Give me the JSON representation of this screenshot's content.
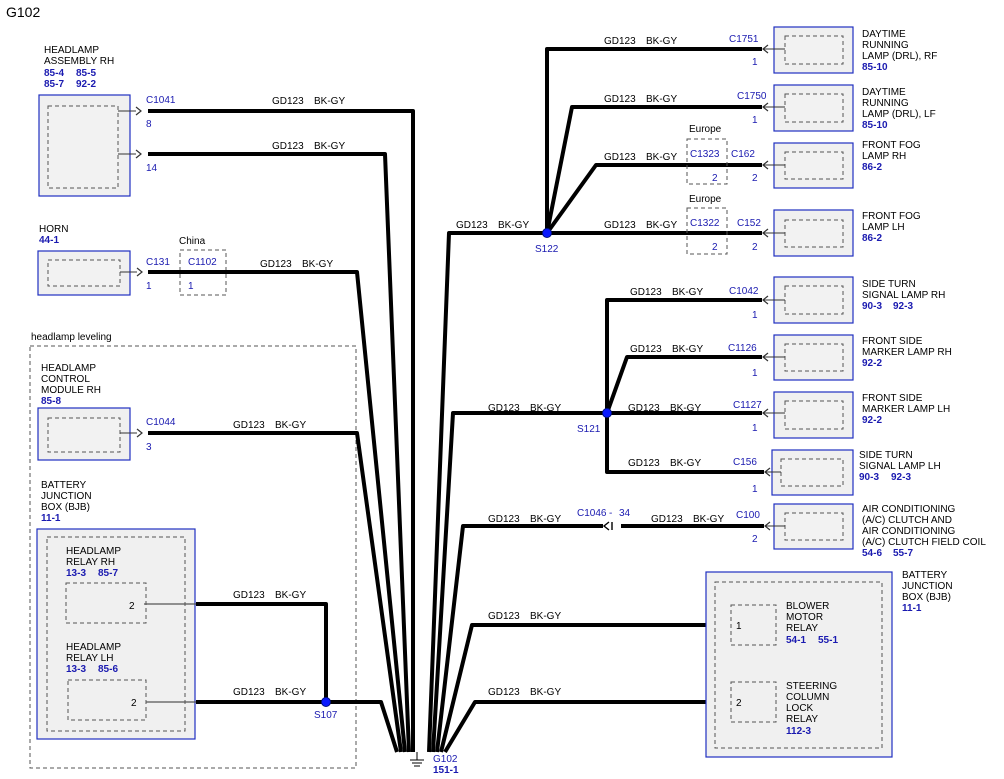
{
  "page_title": "G102",
  "wire": {
    "circuit": "GD123",
    "color": "BK-GY"
  },
  "components": {
    "headlamp_rh": {
      "lines": [
        "HEADLAMP",
        "ASSEMBLY RH"
      ],
      "refs": [
        "85-4",
        "85-5",
        "85-7",
        "92-2"
      ],
      "connector": "C1041",
      "pins": [
        "8",
        "14"
      ]
    },
    "horn": {
      "lines": [
        "HORN"
      ],
      "refs": [
        "44-1"
      ],
      "connector": "C131",
      "pin": "1",
      "inline_label": "China",
      "inline_connector": "C1102",
      "inline_pin": "1"
    },
    "headlamp_leveling_label": "headlamp leveling",
    "hcm_rh": {
      "lines": [
        "HEADLAMP",
        "CONTROL",
        "MODULE RH"
      ],
      "refs": [
        "85-8"
      ],
      "connector": "C1044",
      "pin": "3"
    },
    "bjb_left": {
      "lines": [
        "BATTERY",
        "JUNCTION",
        "BOX (BJB)"
      ],
      "refs": [
        "11-1"
      ]
    },
    "relay_rh": {
      "lines": [
        "HEADLAMP",
        "RELAY RH"
      ],
      "refs": [
        "13-3",
        "85-7"
      ],
      "pin": "2"
    },
    "relay_lh": {
      "lines": [
        "HEADLAMP",
        "RELAY LH"
      ],
      "refs": [
        "13-3",
        "85-6"
      ],
      "pin": "2"
    },
    "drl_rf": {
      "lines": [
        "DAYTIME",
        "RUNNING",
        "LAMP (DRL), RF"
      ],
      "refs": [
        "85-10"
      ],
      "connector": "C1751",
      "pin": "1"
    },
    "drl_lf": {
      "lines": [
        "DAYTIME",
        "RUNNING",
        "LAMP (DRL), LF"
      ],
      "refs": [
        "85-10"
      ],
      "connector": "C1750",
      "pin": "1"
    },
    "fog_rh": {
      "lines": [
        "FRONT FOG",
        "LAMP RH"
      ],
      "refs": [
        "86-2"
      ],
      "connector": "C162",
      "pin": "2",
      "inline_label": "Europe",
      "inline_connector": "C1323",
      "inline_pin": "2"
    },
    "fog_lh": {
      "lines": [
        "FRONT FOG",
        "LAMP LH"
      ],
      "refs": [
        "86-2"
      ],
      "connector": "C152",
      "pin": "2",
      "inline_label": "Europe",
      "inline_connector": "C1322",
      "inline_pin": "2"
    },
    "turn_rh": {
      "lines": [
        "SIDE TURN",
        "SIGNAL LAMP RH"
      ],
      "refs": [
        "90-3",
        "92-3"
      ],
      "connector": "C1042",
      "pin": "1"
    },
    "marker_rh": {
      "lines": [
        "FRONT SIDE",
        "MARKER LAMP RH"
      ],
      "refs": [
        "92-2"
      ],
      "connector": "C1126",
      "pin": "1"
    },
    "marker_lh": {
      "lines": [
        "FRONT SIDE",
        "MARKER LAMP LH"
      ],
      "refs": [
        "92-2"
      ],
      "connector": "C1127",
      "pin": "1"
    },
    "turn_lh": {
      "lines": [
        "SIDE TURN",
        "SIGNAL LAMP LH"
      ],
      "refs": [
        "90-3",
        "92-3"
      ],
      "connector": "C156",
      "pin": "1"
    },
    "ac_clutch": {
      "lines": [
        "AIR CONDITIONING",
        "(A/C) CLUTCH AND",
        "AIR CONDITIONING",
        "(A/C) CLUTCH FIELD COIL"
      ],
      "refs": [
        "54-6",
        "55-7"
      ],
      "connector": "C100",
      "pin": "2",
      "inline_connector": "C1046",
      "inline_pin": "34"
    },
    "bjb_right": {
      "lines": [
        "BATTERY",
        "JUNCTION",
        "BOX (BJB)"
      ],
      "refs": [
        "11-1"
      ]
    },
    "blower_relay": {
      "lines": [
        "BLOWER",
        "MOTOR",
        "RELAY"
      ],
      "refs": [
        "54-1",
        "55-1"
      ],
      "pin": "1"
    },
    "steering_relay": {
      "lines": [
        "STEERING",
        "COLUMN",
        "LOCK",
        "RELAY"
      ],
      "refs": [
        "112-3"
      ],
      "pin": "2"
    }
  },
  "splices": {
    "s122": "S122",
    "s121": "S121",
    "s107": "S107"
  },
  "ground": {
    "name": "G102",
    "ref": "151-1"
  }
}
